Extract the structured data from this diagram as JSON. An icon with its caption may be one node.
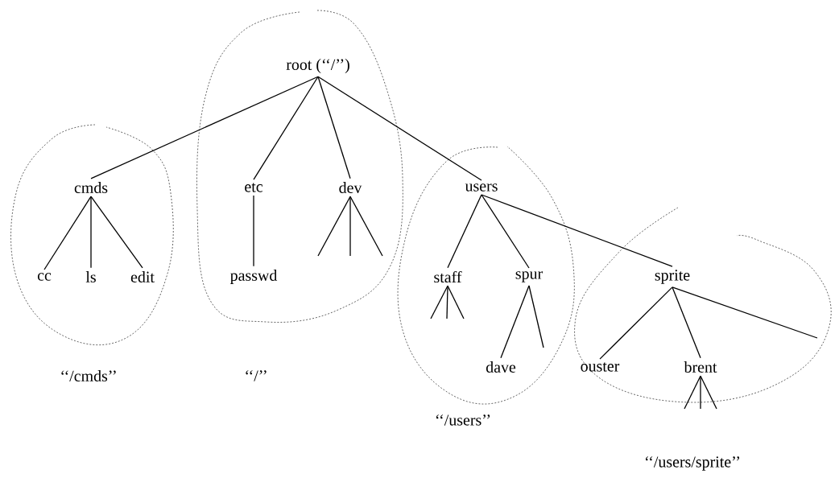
{
  "diagram": {
    "nodes": [
      {
        "text": [
          "root (‘‘/’’)"
        ]
      },
      {
        "text": [
          "cmds"
        ]
      },
      {
        "text": [
          "etc"
        ]
      },
      {
        "text": [
          "dev"
        ]
      },
      {
        "text": [
          "users"
        ]
      },
      {
        "text": [
          "cc"
        ]
      },
      {
        "text": [
          "ls"
        ]
      },
      {
        "text": [
          "edit"
        ]
      },
      {
        "text": [
          "passwd"
        ]
      },
      {
        "text": [
          "staff"
        ]
      },
      {
        "text": [
          "spur"
        ]
      },
      {
        "text": [
          "sprite"
        ]
      },
      {
        "text": [
          "dave"
        ]
      },
      {
        "text": [
          "ouster"
        ]
      },
      {
        "text": [
          "brent"
        ]
      }
    ],
    "edges": [
      {
        "from": 0,
        "to": 1,
        "arrow": "none"
      },
      {
        "from": 0,
        "to": 2,
        "arrow": "none"
      },
      {
        "from": 0,
        "to": 3,
        "arrow": "none"
      },
      {
        "from": 0,
        "to": 4,
        "arrow": "none"
      },
      {
        "from": 1,
        "to": 5,
        "arrow": "none"
      },
      {
        "from": 1,
        "to": 6,
        "arrow": "none"
      },
      {
        "from": 1,
        "to": 7,
        "arrow": "none"
      },
      {
        "from": 2,
        "to": 8,
        "arrow": "none"
      },
      {
        "from": 3,
        "to": null,
        "arrow": "none"
      },
      {
        "from": 3,
        "to": null,
        "arrow": "none"
      },
      {
        "from": 3,
        "to": null,
        "arrow": "none"
      },
      {
        "from": 4,
        "to": 9,
        "arrow": "none"
      },
      {
        "from": 4,
        "to": 10,
        "arrow": "none"
      },
      {
        "from": 4,
        "to": 11,
        "arrow": "none"
      },
      {
        "from": 9,
        "to": null,
        "arrow": "none"
      },
      {
        "from": 9,
        "to": null,
        "arrow": "none"
      },
      {
        "from": 9,
        "to": null,
        "arrow": "none"
      },
      {
        "from": 10,
        "to": 12,
        "arrow": "none"
      },
      {
        "from": 10,
        "to": null,
        "arrow": "none"
      },
      {
        "from": 11,
        "to": 13,
        "arrow": "none"
      },
      {
        "from": 11,
        "to": 14,
        "arrow": "none"
      },
      {
        "from": 11,
        "to": null,
        "arrow": "none"
      },
      {
        "from": 14,
        "to": null,
        "arrow": "none"
      },
      {
        "from": 14,
        "to": null,
        "arrow": "none"
      },
      {
        "from": 14,
        "to": null,
        "arrow": "none"
      }
    ],
    "labels": [
      "‘‘/cmds’’",
      "‘‘/’’",
      "‘‘/users’’",
      "‘‘/users/sprite’’"
    ]
  }
}
